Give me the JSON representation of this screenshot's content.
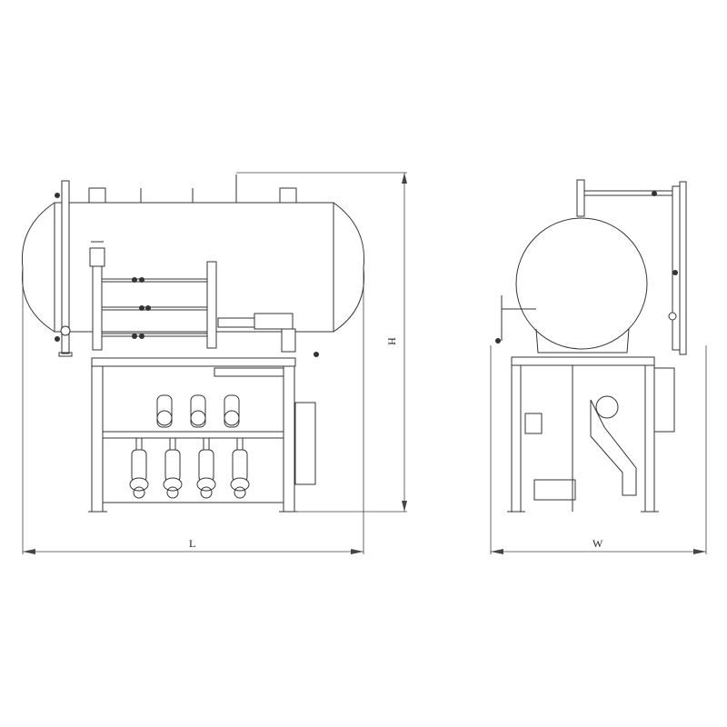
{
  "drawing": {
    "front_view": {
      "dimension_length_label": "L",
      "dimension_height_label": "H"
    },
    "side_view": {
      "dimension_width_label": "W"
    },
    "compressor_count": 4,
    "line_color": "#333333"
  }
}
